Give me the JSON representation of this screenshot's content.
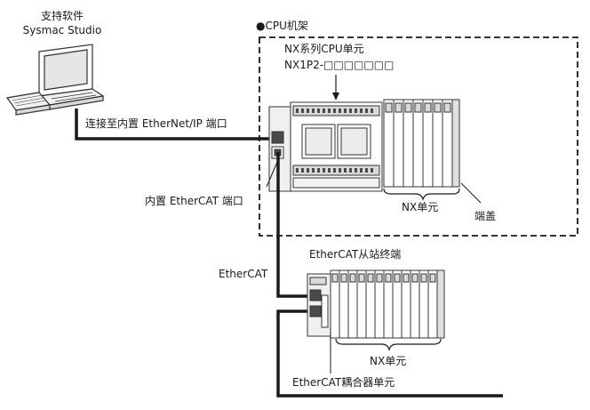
{
  "labels": {
    "support_software_line1": "支持软件",
    "support_software_line2": "Sysmac Studio",
    "cpu_rack": "●CPU机架",
    "nx_cpu_unit": "NX系列CPU单元",
    "nx_cpu_model": "NX1P2-□□□□□□□",
    "ethernet_port": "连接至内置 EtherNet/IP 端口",
    "ethercat_port": "内置 EtherCAT 端口",
    "nx_units_top": "NX单元",
    "end_cover": "端盖",
    "ethercat_slave": "EtherCAT从站终端",
    "ethercat": "EtherCAT",
    "nx_units_bottom": "NX单元",
    "coupler_unit": "EtherCAT耦合器单元"
  },
  "colors": {
    "line": "#1a1a1a",
    "outline": "#333333",
    "device_fill": "#ffffff",
    "shade": "#d9d9d9",
    "dark": "#4a4a4a",
    "screen": "#e6e6e6"
  }
}
